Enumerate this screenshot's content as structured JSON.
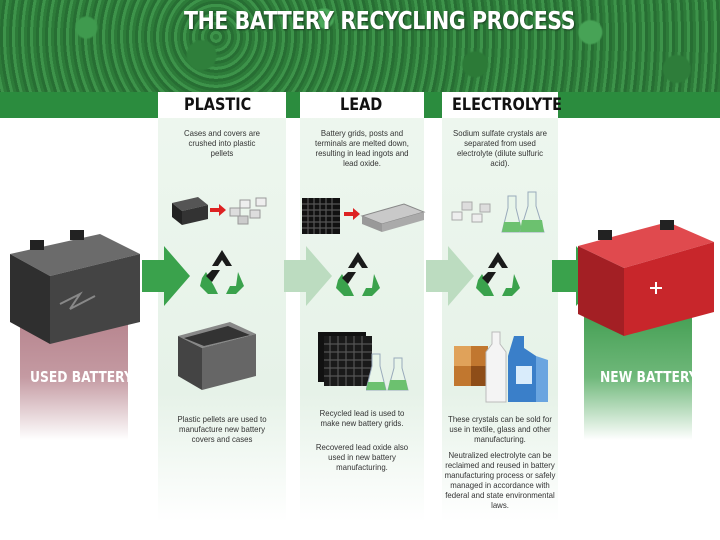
{
  "title": "THE BATTERY RECYCLING PROCESS",
  "colors": {
    "header_green": "#2b8c3e",
    "arrow_green": "#3aa24c",
    "used_battery": "#4a4a4a",
    "new_battery": "#c8262b",
    "pillar_left": "#b37e88"
  },
  "columns": [
    {
      "title": "PLASTIC",
      "top": "Cases and covers are crushed into plastic pellets",
      "bottom": "Plastic pellets are used to manufacture new battery covers and cases"
    },
    {
      "title": "LEAD",
      "top": "Battery grids, posts and terminals are melted down, resulting in lead ingots and lead oxide.",
      "bottom": "Recycled lead is used to make new battery grids.",
      "bottom2": "Recovered lead oxide also used in new battery manufacturing."
    },
    {
      "title": "ELECTROLYTE",
      "top": "Sodium sulfate crystals are separated from used electrolyte (dilute sulfuric acid).",
      "bottom": "These crystals can be sold for use in textile, glass and other manufacturing.",
      "bottom2": "Neutralized electrolyte can be reclaimed and reused in battery manufacturing process or safely managed in accordance with federal and state environmental laws."
    }
  ],
  "used_battery_label": "USED BATTERY",
  "new_battery_label": "NEW BATTERY",
  "icons": [
    "recycle-icon",
    "arrow-right-icon",
    "battery-icon",
    "plastic-pellets-icon",
    "lead-grid-icon",
    "lead-ingots-icon",
    "beaker-icon",
    "crystals-icon",
    "bottles-icon",
    "battery-case-icon"
  ]
}
